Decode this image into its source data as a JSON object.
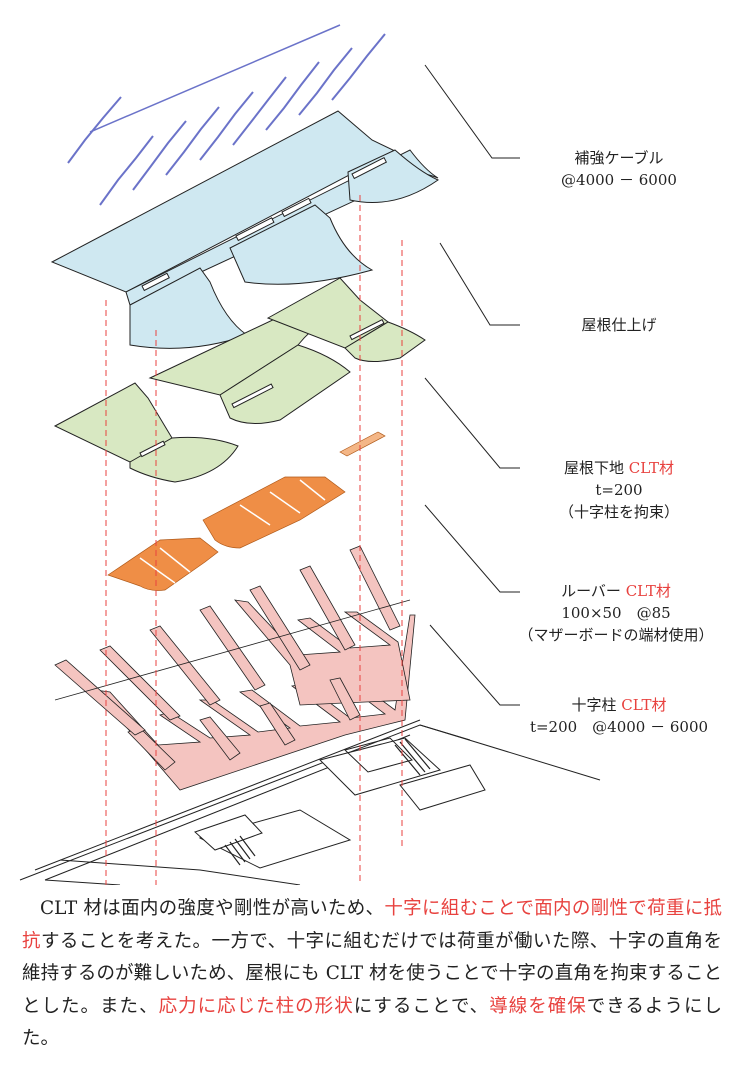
{
  "labels": [
    {
      "id": "cable",
      "line1": "補強ケーブル",
      "line2": "@4000 － 6000"
    },
    {
      "id": "roof",
      "line1": "屋根仕上げ"
    },
    {
      "id": "base",
      "line1_black": "屋根下地",
      "line1_red": "CLT材",
      "line2": "t=200",
      "line3": "（十字柱を拘束）"
    },
    {
      "id": "louver",
      "line1_black": "ルーバー",
      "line1_red": "CLT材",
      "line2": "100×50　@85",
      "line3": "（マザーボードの端材使用）"
    },
    {
      "id": "column",
      "line1_black": "十字柱",
      "line1_red": "CLT材",
      "line2": "t=200　@4000 － 6000"
    }
  ],
  "description": [
    {
      "text": "CLT 材は面内の強度や剛性が高いため、",
      "red": false
    },
    {
      "text": "十字に組むことで面内の剛性で荷重に抵抗",
      "red": true
    },
    {
      "text": "することを考えた。一方で、十字に組むだけでは荷重が働いた際、十字の直角を維持するのが難しいため、屋根にも CLT 材を使うことで十字の直角を拘束することとした。また、",
      "red": false
    },
    {
      "text": "応力に応じた柱の形状",
      "red": true
    },
    {
      "text": "にすることで、",
      "red": false
    },
    {
      "text": "導線を確保",
      "red": true
    },
    {
      "text": "できるようにした。",
      "red": false
    }
  ],
  "colors": {
    "cable": "#6b73c9",
    "roof": "#cfe8f1",
    "roof_base": "#d8e8c2",
    "louver": "#ef8e46",
    "column": "#f4c4c0",
    "guide": "#e8423f",
    "accent_red": "#e8423f"
  }
}
